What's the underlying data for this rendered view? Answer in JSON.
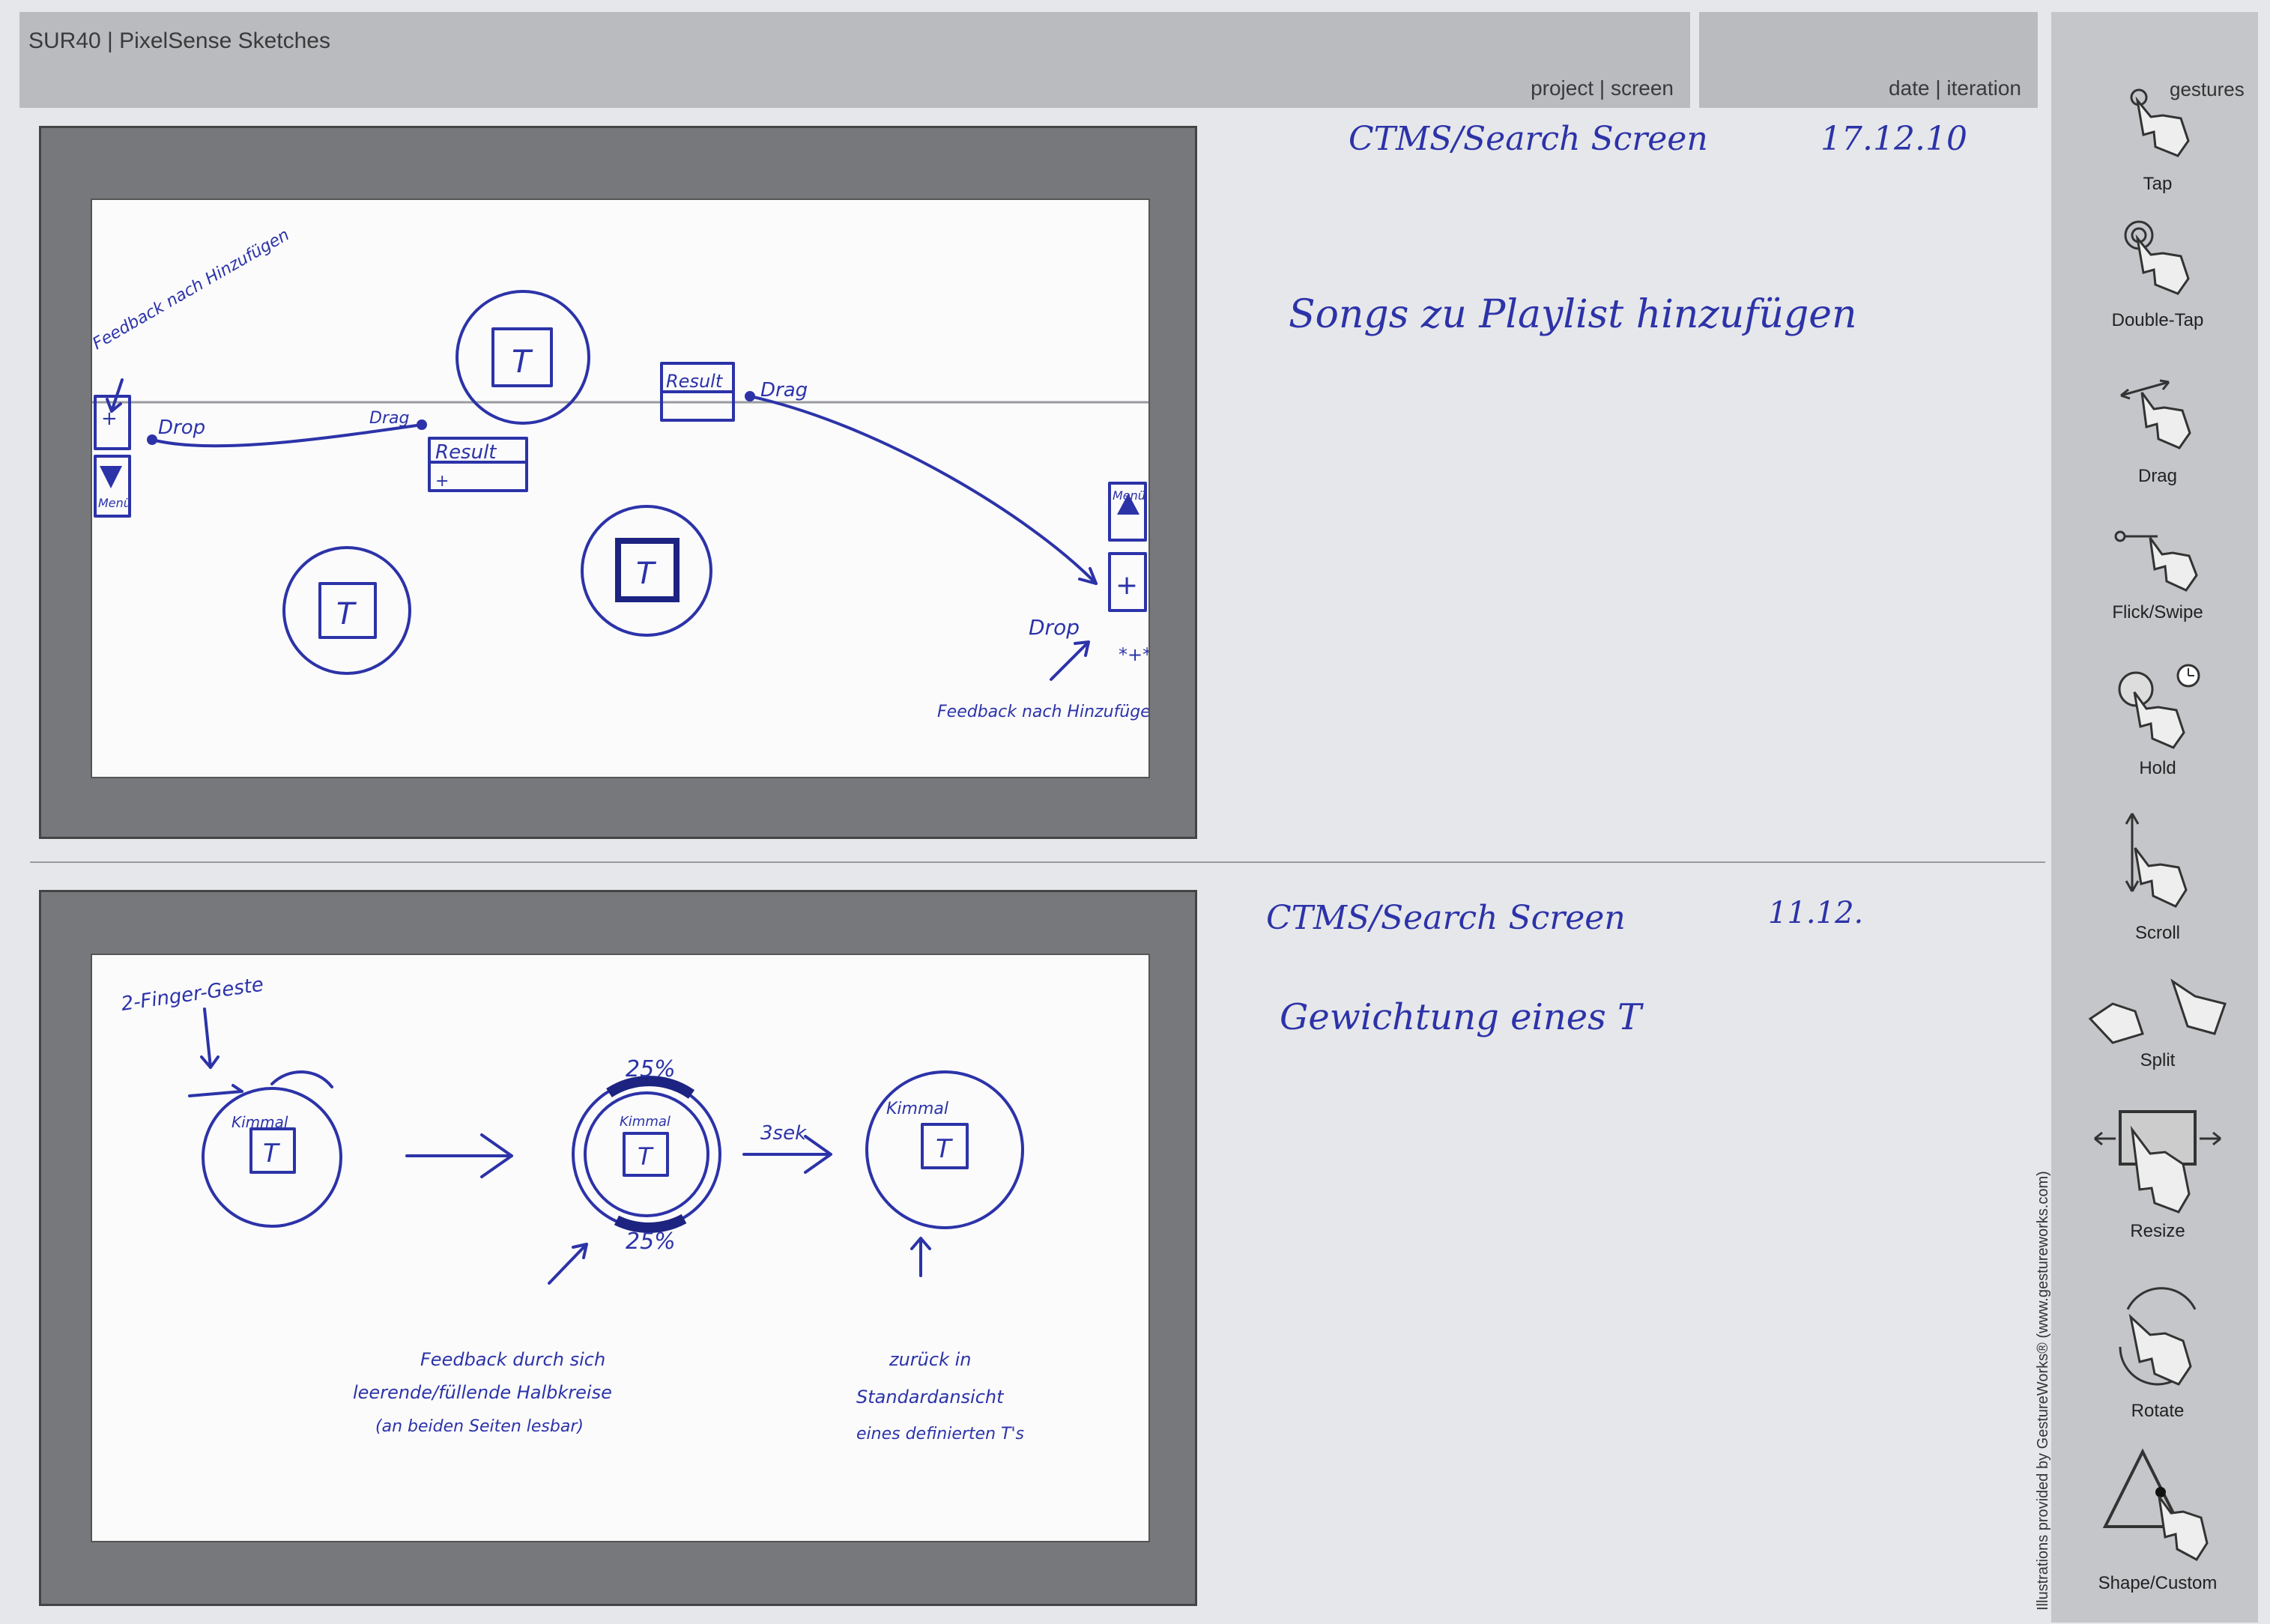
{
  "header": {
    "app_title": "SUR40 | PixelSense Sketches",
    "project_label": "project | screen",
    "date_label": "date | iteration",
    "gestures_label": "gestures"
  },
  "sketch1": {
    "project": "CTMS/Search Screen",
    "date": "17.12.10",
    "description": "Songs zu Playlist hinzufügen",
    "labels": {
      "feedback_left": "Feedback nach Hinzufügen",
      "drop_left": "Drop",
      "drag_mid": "Drag",
      "drag_right": "Drag",
      "result": "Result",
      "drop_right": "Drop",
      "feedback_right": "Feedback nach Hinzufügen",
      "menu": "Menü",
      "t": "T"
    }
  },
  "sketch2": {
    "project": "CTMS/Search Screen",
    "date": "11.12.",
    "description": "Gewichtung eines T",
    "labels": {
      "two_finger": "2-Finger-Geste",
      "percent_top": "25%",
      "percent_bottom": "25%",
      "three_sec": "3sek",
      "feedback_note": [
        "Feedback durch sich",
        "leerende/füllende Halbkreise",
        "(an beiden Seiten lesbar)"
      ],
      "back_note": [
        "zurück in",
        "Standardansicht",
        "eines definierten T's"
      ],
      "t": "T",
      "kimmal": "Kimmal"
    }
  },
  "gestures": [
    {
      "name": "Tap"
    },
    {
      "name": "Double-Tap"
    },
    {
      "name": "Drag"
    },
    {
      "name": "Flick/Swipe"
    },
    {
      "name": "Hold"
    },
    {
      "name": "Scroll"
    },
    {
      "name": "Split"
    },
    {
      "name": "Resize"
    },
    {
      "name": "Rotate"
    },
    {
      "name": "Shape/Custom"
    }
  ],
  "credit": "Illustrations provided by GestureWorks® (www.gestureworks.com)"
}
